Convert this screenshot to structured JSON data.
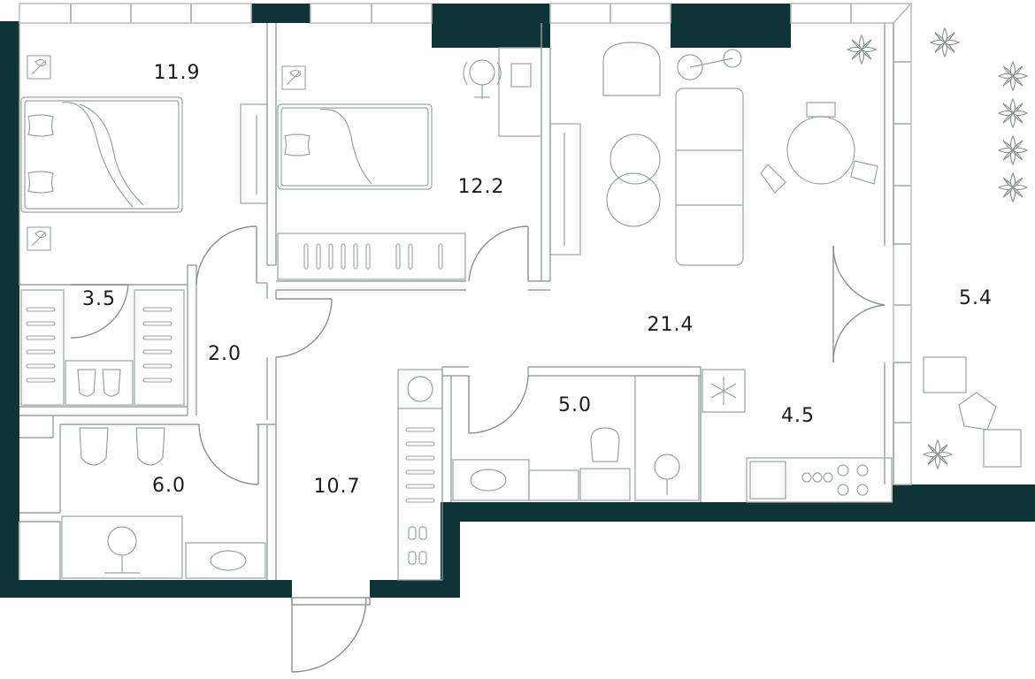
{
  "plan": {
    "wall_color": "#0e3438",
    "line_color": "#9aa2a2",
    "rooms": [
      {
        "id": "bedroom-1",
        "area": "11.9"
      },
      {
        "id": "bedroom-2",
        "area": "12.2"
      },
      {
        "id": "living-room",
        "area": "21.4"
      },
      {
        "id": "balcony",
        "area": "5.4"
      },
      {
        "id": "wardrobe",
        "area": "3.5"
      },
      {
        "id": "corridor",
        "area": "2.0"
      },
      {
        "id": "bathroom-2",
        "area": "5.0"
      },
      {
        "id": "kitchen",
        "area": "4.5"
      },
      {
        "id": "bathroom-1",
        "area": "6.0"
      },
      {
        "id": "hallway",
        "area": "10.7"
      }
    ]
  }
}
